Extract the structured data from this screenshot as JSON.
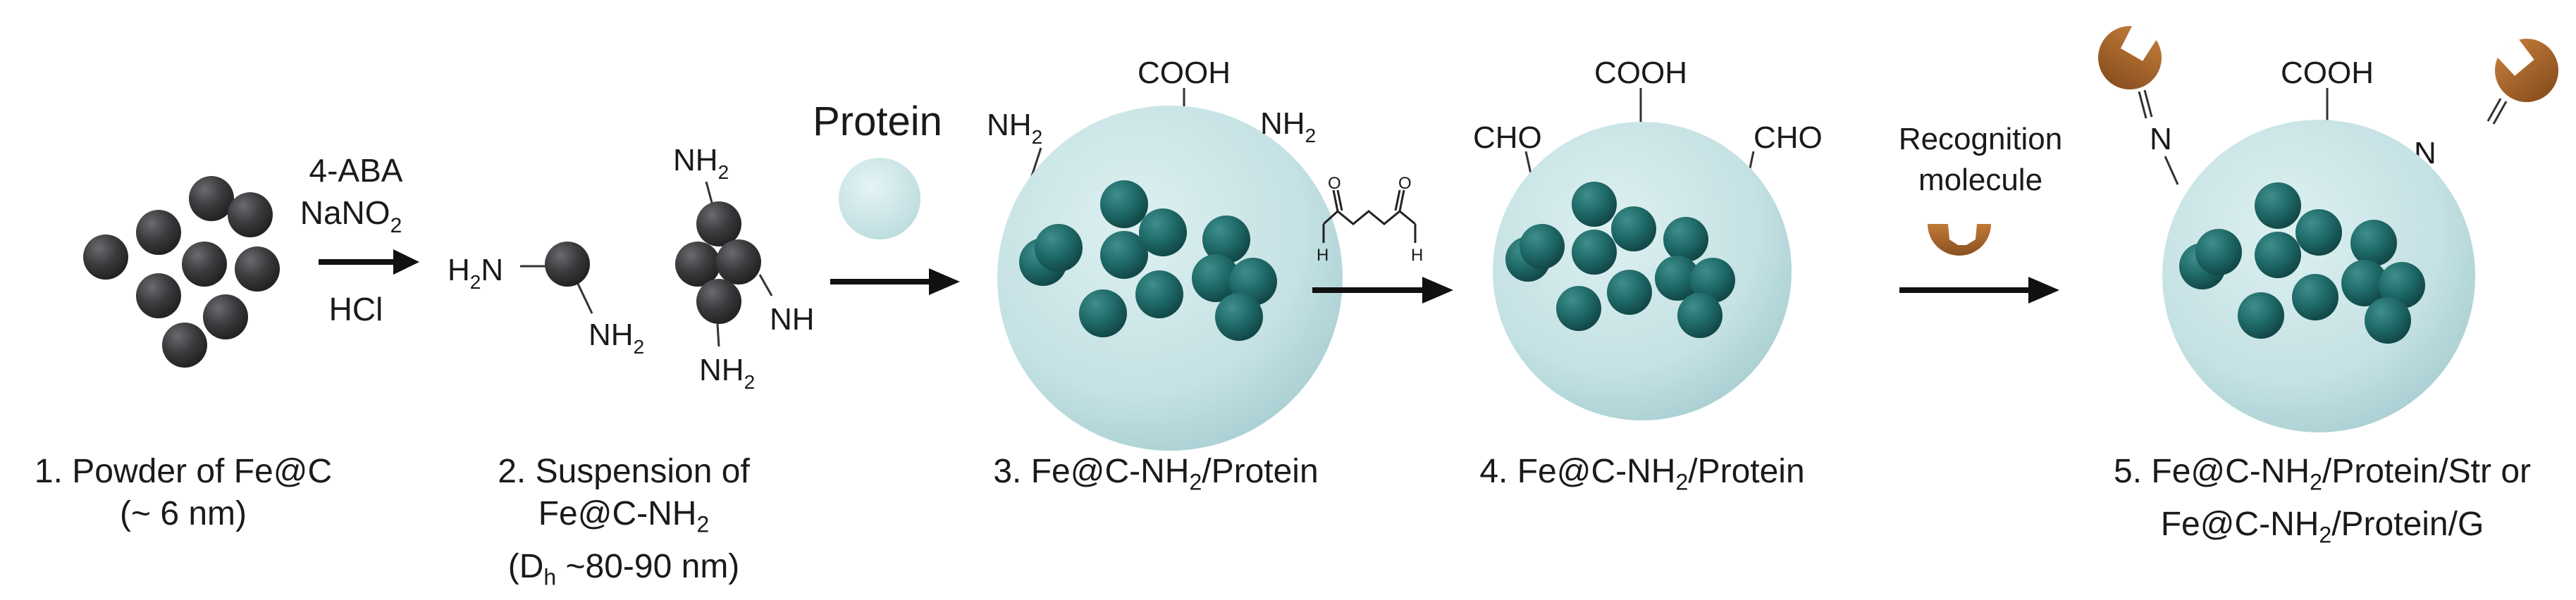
{
  "reagents": {
    "step1_line1": "4-ABA",
    "step1_line2": "NaNO",
    "step1_line2_sub": "2",
    "step1_line3": "HCl",
    "protein": "Protein",
    "recognition_line1": "Recognition",
    "recognition_line2": "molecule"
  },
  "groups": {
    "nh2_base": "NH",
    "nh2_sub": "2",
    "h2n_h": "H",
    "h2n_sub": "2",
    "h2n_n": "N",
    "nh": "NH",
    "cooh": "COOH",
    "cho": "CHO",
    "n": "N",
    "aldehyde_h": "H",
    "aldehyde_o": "O"
  },
  "captions": {
    "c1_line1": "1. Powder of Fe@C",
    "c1_line2": "(~ 6 nm)",
    "c2_line1": "2. Suspension of",
    "c2_line2_a": "Fe@C-NH",
    "c2_line2_sub": "2",
    "c2_line3_a": "(D",
    "c2_line3_sub": "h",
    "c2_line3_b": " ~80-90 nm)",
    "c3_a": "3. Fe@C-NH",
    "c3_sub": "2",
    "c3_b": "/Protein",
    "c4_a": "4. Fe@C-NH",
    "c4_sub": "2",
    "c4_b": "/Protein",
    "c5_line1_a": "5. Fe@C-NH",
    "c5_line1_sub": "2",
    "c5_line1_b": "/Protein/Str or",
    "c5_line2_a": "Fe@C-NH",
    "c5_line2_sub": "2",
    "c5_line2_b": "/Protein/G"
  },
  "colors": {
    "dark_particle": "#3a3b3d",
    "teal_particle": "#1f6b6a",
    "protein_sphere": "#c9e4e6",
    "recognition": "#a0622a",
    "arrow": "#111111"
  }
}
